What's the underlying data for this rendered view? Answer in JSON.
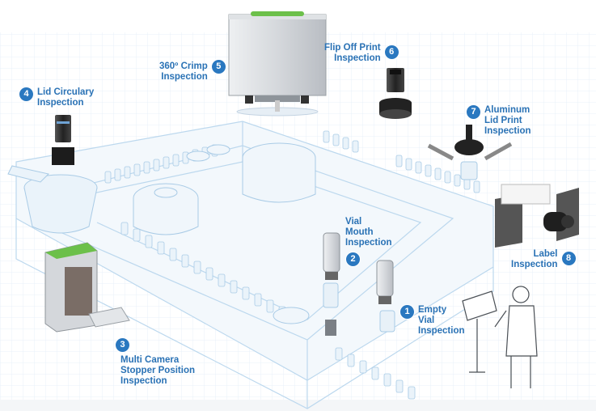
{
  "colors": {
    "accent_blue": "#2a72b5",
    "sketch_blue": "#bcd8ee",
    "brand_green": "#6cc04a",
    "steel": "#c9ccd1",
    "background": "#ffffff"
  },
  "stations": [
    {
      "number": "1",
      "lines": [
        "Empty",
        "Vial",
        "Inspection"
      ]
    },
    {
      "number": "2",
      "lines": [
        "Vial",
        "Mouth",
        "Inspection"
      ]
    },
    {
      "number": "3",
      "lines": [
        "Multi Camera",
        "Stopper Position",
        "Inspection"
      ]
    },
    {
      "number": "4",
      "lines": [
        "Lid Circulary",
        "Inspection"
      ]
    },
    {
      "number": "5",
      "lines": [
        "360º Crimp",
        "Inspection"
      ]
    },
    {
      "number": "6",
      "lines": [
        "Flip Off Print",
        "Inspection"
      ]
    },
    {
      "number": "7",
      "lines": [
        "Aluminum",
        "Lid Print",
        "Inspection"
      ]
    },
    {
      "number": "8",
      "lines": [
        "Label",
        "Inspection"
      ]
    }
  ],
  "icons": {
    "camera": "camera-icon",
    "operator": "operator-figure-icon",
    "monitor": "hmi-monitor-icon"
  }
}
